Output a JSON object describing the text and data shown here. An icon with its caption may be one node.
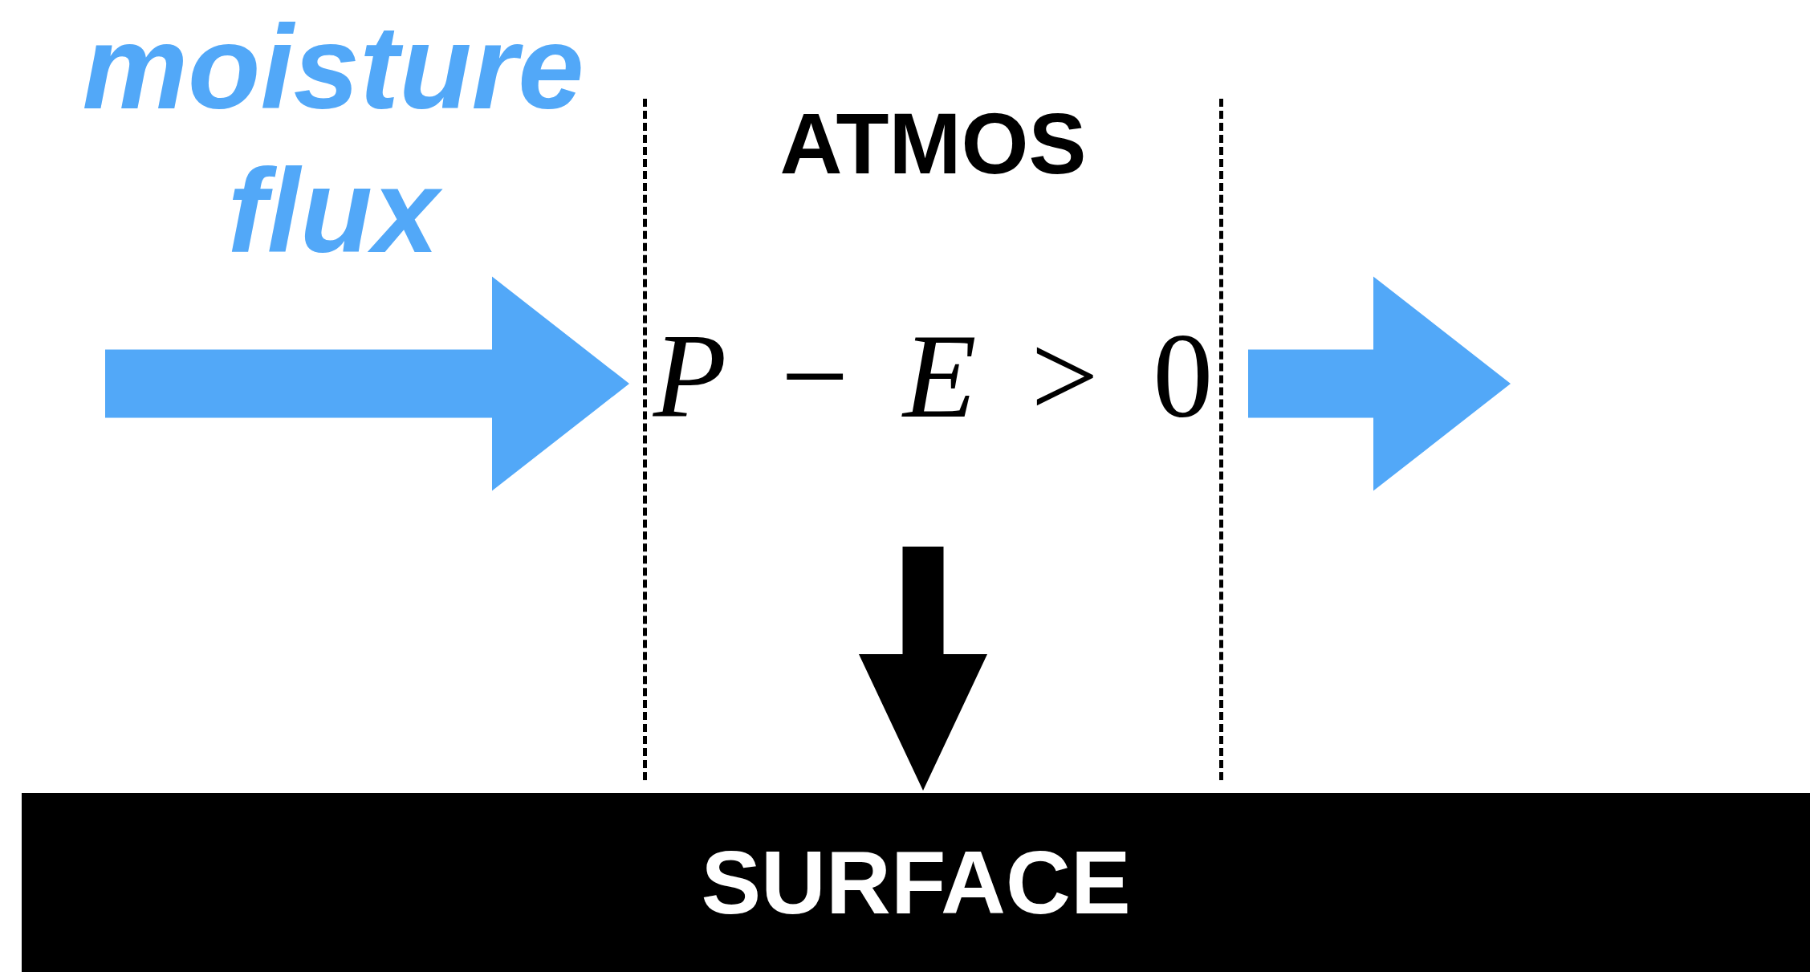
{
  "diagram": {
    "nodes": [
      {
        "text": [
          "ATMOS"
        ]
      },
      {
        "text": [
          "*P* − *E* > 0"
        ],
        "in": 0
      },
      {
        "text": [
          "SURFACE"
        ]
      }
    ],
    "edges": [
      {
        "from": null,
        "to": 0,
        "arrow": "to",
        "style": "thick",
        "color": "#52a8f8"
      },
      {
        "from": 0,
        "to": null,
        "arrow": "to",
        "style": "thick",
        "color": "#52a8f8"
      },
      {
        "from": 1,
        "to": 2,
        "arrow": "to",
        "style": "thick",
        "color": "#000000"
      }
    ],
    "labels": [
      "moisture flux"
    ]
  }
}
